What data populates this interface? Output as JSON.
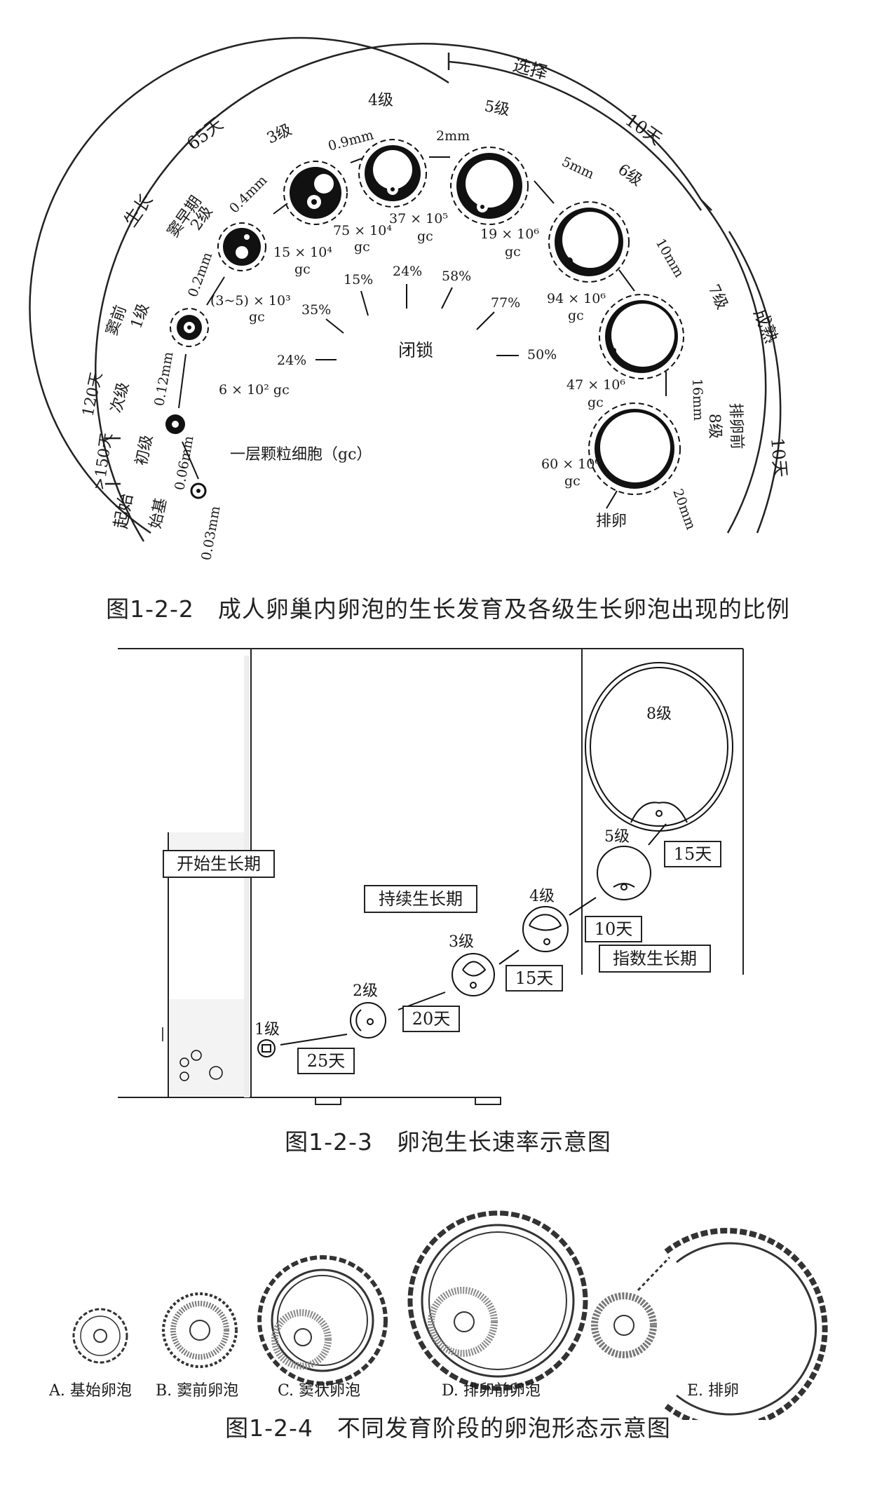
{
  "fig1": {
    "caption": "图1-2-2　成人卵巢内卵泡的生长发育及各级生长卵泡出现的比例",
    "outer_arcs": {
      "start": "起始",
      "days150": ">150天",
      "days120": "120天",
      "growth": "生长",
      "days65": "65天",
      "select": "选择",
      "days10a": "10天",
      "mature": "成熟",
      "days10b": "10天"
    },
    "stage_labels": {
      "primordial": "始基",
      "primary": "初级",
      "secondary": "次级",
      "preantral": "窦前",
      "grade1": "1级",
      "early_antral": "窦早期",
      "grade2": "2级",
      "grade3": "3级",
      "grade4": "4级",
      "grade5": "5级",
      "grade6": "6级",
      "grade7": "7级",
      "preovulatory": "排卵前",
      "grade8": "8级",
      "ovulation": "排卵"
    },
    "sizes": {
      "s003": "0.03mm",
      "s006": "0.06mm",
      "s012": "0.12mm",
      "s02": "0.2mm",
      "s04": "0.4mm",
      "s09": "0.9mm",
      "s2": "2mm",
      "s5": "5mm",
      "s10": "10mm",
      "s16": "16mm",
      "s20": "20mm"
    },
    "cell_counts": {
      "c1": "6 × 10²  gc",
      "c2": "(3~5) × 10³",
      "c3": "15 × 10⁴",
      "c4": "75 × 10⁴",
      "c5": "37 × 10⁵",
      "c6": "19 × 10⁶",
      "c7": "94 × 10⁶",
      "c8": "47 × 10⁶",
      "c9": "60 × 10⁶",
      "gc": "gc"
    },
    "atresia": {
      "center": "闭锁",
      "p24a": "24%",
      "p35": "35%",
      "p15": "15%",
      "p24b": "24%",
      "p58": "58%",
      "p77": "77%",
      "p50": "50%"
    },
    "single_layer": "一层颗粒细胞（gc）"
  },
  "fig2": {
    "caption": "图1-2-3　卵泡生长速率示意图",
    "phases": {
      "start": "开始生长期",
      "continuous": "持续生长期",
      "exponential": "指数生长期"
    },
    "grades": {
      "g1": "1级",
      "g2": "2级",
      "g3": "3级",
      "g4": "4级",
      "g5": "5级",
      "g8": "8级"
    },
    "durations": {
      "d25": "25天",
      "d20": "20天",
      "d15a": "15天",
      "d10": "10天",
      "d15b": "15天"
    }
  },
  "fig3": {
    "caption": "图1-2-4　不同发育阶段的卵泡形态示意图",
    "labels": {
      "a": "A. 基始卵泡",
      "b": "B. 窦前卵泡",
      "c": "C. 窦状卵泡",
      "d": "D. 排卵前卵泡",
      "e": "E. 排卵"
    }
  }
}
